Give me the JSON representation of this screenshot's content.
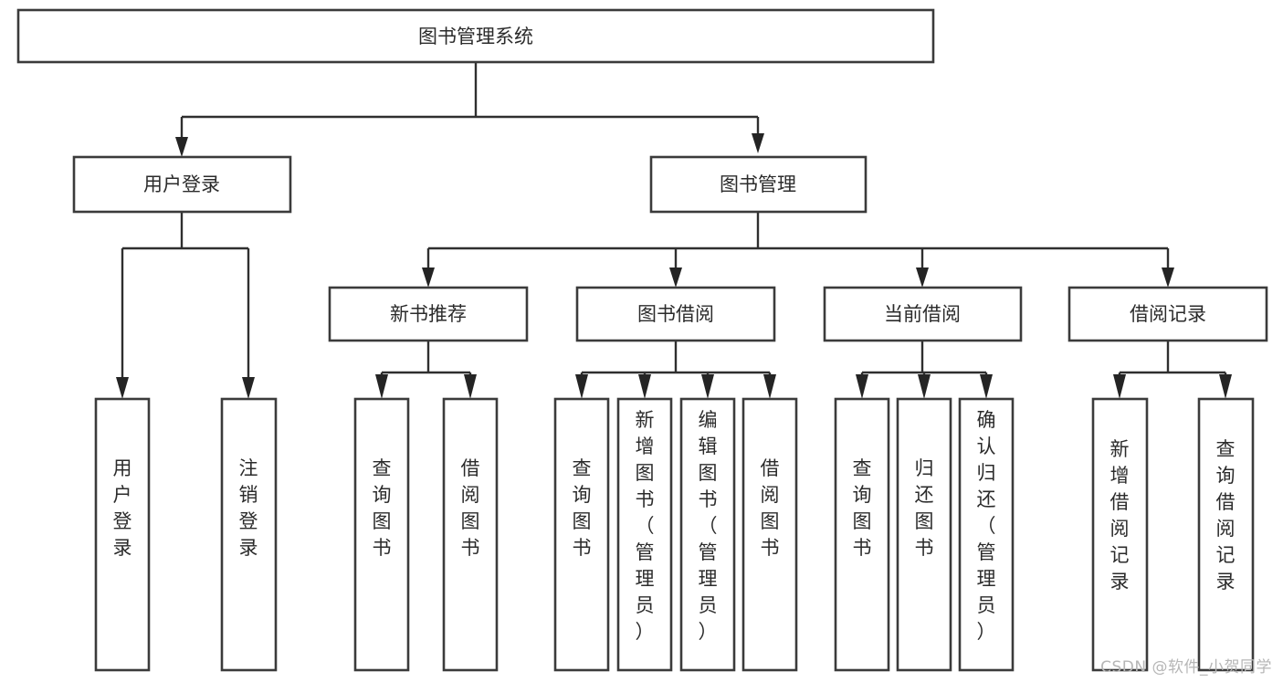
{
  "diagram": {
    "type": "tree-hierarchy",
    "title": "图书管理系统",
    "watermark": "CSDN @软件_小贺同学",
    "levels": {
      "root": {
        "id": "root",
        "label": "图书管理系统",
        "orientation": "horizontal"
      },
      "level2": [
        {
          "id": "user-login",
          "label": "用户登录",
          "orientation": "horizontal"
        },
        {
          "id": "book-manage",
          "label": "图书管理",
          "orientation": "horizontal"
        }
      ],
      "level3": [
        {
          "id": "new-book-recommend",
          "label": "新书推荐",
          "orientation": "horizontal",
          "parent": "book-manage"
        },
        {
          "id": "book-borrow",
          "label": "图书借阅",
          "orientation": "horizontal",
          "parent": "book-manage"
        },
        {
          "id": "current-borrow",
          "label": "当前借阅",
          "orientation": "horizontal",
          "parent": "book-manage"
        },
        {
          "id": "borrow-record",
          "label": "借阅记录",
          "orientation": "horizontal",
          "parent": "book-manage"
        }
      ],
      "leaves": [
        {
          "id": "leaf-user-login",
          "label": "用户登录",
          "orientation": "vertical",
          "parent": "user-login"
        },
        {
          "id": "leaf-logout-login",
          "label": "注销登录",
          "orientation": "vertical",
          "parent": "user-login"
        },
        {
          "id": "leaf-query-book-1",
          "label": "查询图书",
          "orientation": "vertical",
          "parent": "new-book-recommend"
        },
        {
          "id": "leaf-borrow-book-1",
          "label": "借阅图书",
          "orientation": "vertical",
          "parent": "new-book-recommend"
        },
        {
          "id": "leaf-query-book-2",
          "label": "查询图书",
          "orientation": "vertical",
          "parent": "book-borrow"
        },
        {
          "id": "leaf-add-book-admin",
          "label": "新增图书（管理员）",
          "orientation": "vertical",
          "parent": "book-borrow"
        },
        {
          "id": "leaf-edit-book-admin",
          "label": "编辑图书（管理员）",
          "orientation": "vertical",
          "parent": "book-borrow"
        },
        {
          "id": "leaf-borrow-book-2",
          "label": "借阅图书",
          "orientation": "vertical",
          "parent": "book-borrow"
        },
        {
          "id": "leaf-query-book-3",
          "label": "查询图书",
          "orientation": "vertical",
          "parent": "current-borrow"
        },
        {
          "id": "leaf-return-book",
          "label": "归还图书",
          "orientation": "vertical",
          "parent": "current-borrow"
        },
        {
          "id": "leaf-confirm-return-admin",
          "label": "确认归还（管理员）",
          "orientation": "vertical",
          "parent": "current-borrow"
        },
        {
          "id": "leaf-add-borrow-record",
          "label": "新增借阅记录",
          "orientation": "vertical",
          "parent": "borrow-record"
        },
        {
          "id": "leaf-query-borrow-record",
          "label": "查询借阅记录",
          "orientation": "vertical",
          "parent": "borrow-record"
        }
      ]
    },
    "colors": {
      "box_stroke": "#3b3b3b",
      "box_fill": "#ffffff",
      "edge": "#2f2f2f",
      "text": "#2b2b2b",
      "watermark": "#b6b6b6",
      "background": "#ffffff"
    }
  }
}
